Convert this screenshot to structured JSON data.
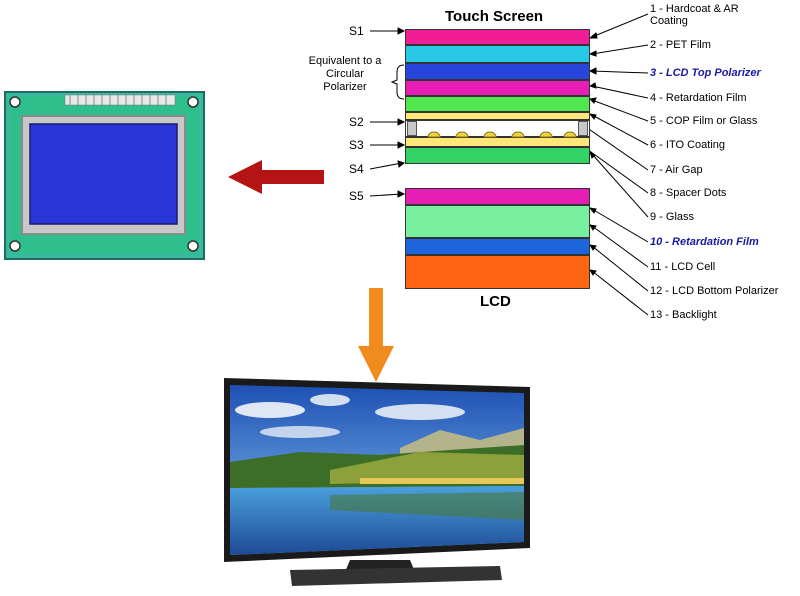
{
  "diagram": {
    "touch_screen_title": "Touch Screen",
    "lcd_title": "LCD",
    "equivalent_label": "Equivalent to a Circular Polarizer",
    "side_labels": [
      "S1",
      "S2",
      "S3",
      "S4",
      "S5"
    ],
    "layer_labels": [
      {
        "text": "1 - Hardcoat & AR Coating",
        "highlight": false
      },
      {
        "text": "2 - PET Film",
        "highlight": false
      },
      {
        "text": "3 - LCD Top Polarizer",
        "highlight": true
      },
      {
        "text": "4 - Retardation Film",
        "highlight": false
      },
      {
        "text": "5 - COP Film or Glass",
        "highlight": false
      },
      {
        "text": "6 - ITO Coating",
        "highlight": false
      },
      {
        "text": "7 - Air Gap",
        "highlight": false
      },
      {
        "text": "8 - Spacer Dots",
        "highlight": false
      },
      {
        "text": "9 - Glass",
        "highlight": false
      },
      {
        "text": "10 - Retardation Film",
        "highlight": true
      },
      {
        "text": "11 - LCD Cell",
        "highlight": false
      },
      {
        "text": "12 - LCD Bottom Polarizer",
        "highlight": false
      },
      {
        "text": "13 - Backlight",
        "highlight": false
      }
    ],
    "colors": {
      "hardcoat": "#f01e96",
      "pet": "#28c8e6",
      "top_polarizer": "#2846dc",
      "retardation": "#e61eb4",
      "cop": "#50e650",
      "ito": "#ffe678",
      "glass": "#32d264",
      "lcd_cell": "#78f0a0",
      "bottom_polarizer": "#1e64dc",
      "backlight": "#ff6414",
      "arrow_red": "#b41414",
      "arrow_orange": "#f08c1e"
    }
  }
}
